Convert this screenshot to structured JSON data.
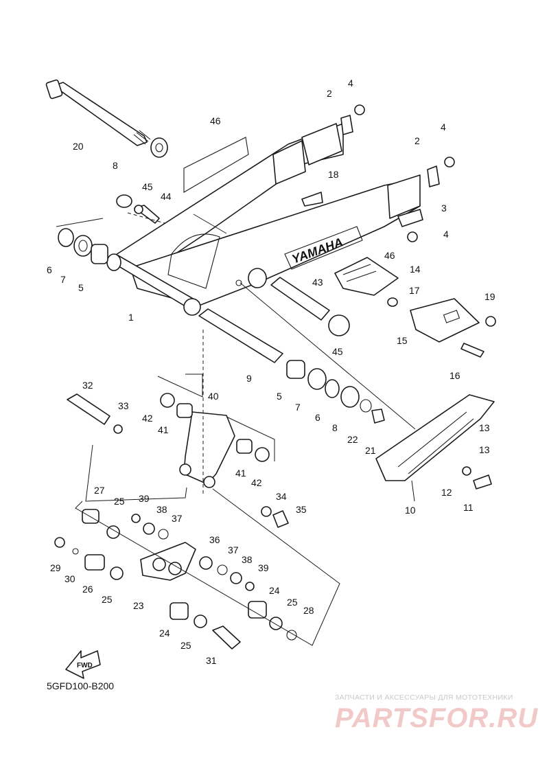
{
  "diagram": {
    "code": "5GFD100-B200",
    "brand_label": "YAMAHA",
    "fwd_label": "FWD",
    "callouts": [
      "1",
      "2",
      "2",
      "3",
      "4",
      "4",
      "4",
      "5",
      "5",
      "6",
      "6",
      "7",
      "7",
      "8",
      "8",
      "9",
      "10",
      "11",
      "12",
      "13",
      "13",
      "14",
      "15",
      "16",
      "17",
      "18",
      "19",
      "20",
      "21",
      "22",
      "23",
      "24",
      "24",
      "25",
      "25",
      "25",
      "25",
      "26",
      "27",
      "28",
      "29",
      "30",
      "31",
      "32",
      "33",
      "34",
      "35",
      "36",
      "37",
      "37",
      "38",
      "38",
      "39",
      "39",
      "40",
      "41",
      "41",
      "42",
      "42",
      "43",
      "44",
      "45",
      "45",
      "46",
      "46"
    ]
  },
  "watermark": {
    "line": "ЗАПЧАСТИ И АКСЕССУАРЫ ДЛЯ МОТОТЕХНИКИ",
    "logo": "PARTSFOR.RU"
  }
}
